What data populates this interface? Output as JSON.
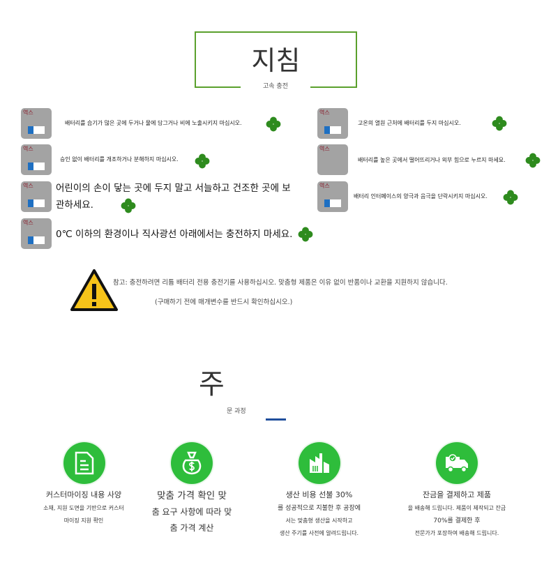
{
  "header": {
    "title": "지침",
    "subtitle": "고속 충전"
  },
  "icon_tag": "역스",
  "warnings_left": [
    {
      "text": "배터리를 습기가 많은 곳에 두거나 물에 담그거나 비에 노출시키지 마십시오.",
      "icon": "water-battery-icon"
    },
    {
      "text": "승인 없이 배터리를 개조하거나 분해하지 마십시오.",
      "icon": "screwdriver-battery-icon"
    },
    {
      "text": "어린이의 손이 닿는 곳에 두지 말고 서늘하고 건조한 곳에 보관하세요.",
      "icon": "child-reach-battery-icon"
    },
    {
      "text": "0℃ 이하의 환경이나 직사광선 아래에서는 충전하지 마세요.",
      "icon": "sun-battery-icon"
    }
  ],
  "warnings_right": [
    {
      "text": "고온의 열원 근처에 배터리를 두지 마십시오.",
      "icon": "fire-battery-icon"
    },
    {
      "text": "배터리를 높은 곳에서 떨어뜨리거나 외부 힘으로 누르지 마세요.",
      "icon": "drop-icon"
    },
    {
      "text": "배터리 인터페이스의 양극과 음극을 단락시키지 마십시오.",
      "icon": "short-circuit-battery-icon"
    }
  ],
  "note": {
    "line1": "참고: 충전하려면 리튬 배터리 전용 충전기를 사용하십시오. 맞춤형 제품은 이유 없이 반품이나 교환을 지원하지 않습니다.",
    "line2": "(구매하기 전에 매개변수를 반드시 확인하십시오.)"
  },
  "process": {
    "title": "주",
    "subtitle": "문 과정",
    "accent": "#1f4e9c"
  },
  "steps": [
    {
      "icon": "document-icon",
      "lines": [
        "커스터마이징 내용 사양",
        "소재, 지원 도면을 기반으로 커스터",
        "마이징 지원 확인"
      ]
    },
    {
      "icon": "money-bag-icon",
      "lines": [
        "맞춤 가격 확인 맞",
        "춤 요구 사항에 따라 맞",
        "춤 가격 계산"
      ]
    },
    {
      "icon": "factory-icon",
      "lines": [
        "생산 비용 선불 30%",
        "를 성공적으로 지불한 후 공장에",
        "서는 맞춤형 생산을 시작하고",
        "생산 주기를 사전에 알려드립니다."
      ]
    },
    {
      "icon": "delivery-truck-icon",
      "lines": [
        "잔금을 결제하고 제품",
        "을 배송해 드립니다. 제품이 제작되고 잔금",
        "70%를 결제한 후",
        "전문가가 포장하여 배송해 드립니다."
      ]
    }
  ],
  "colors": {
    "green": "#2ebd3b",
    "border": "#5aa02c",
    "clover": "#2e8b1e"
  }
}
